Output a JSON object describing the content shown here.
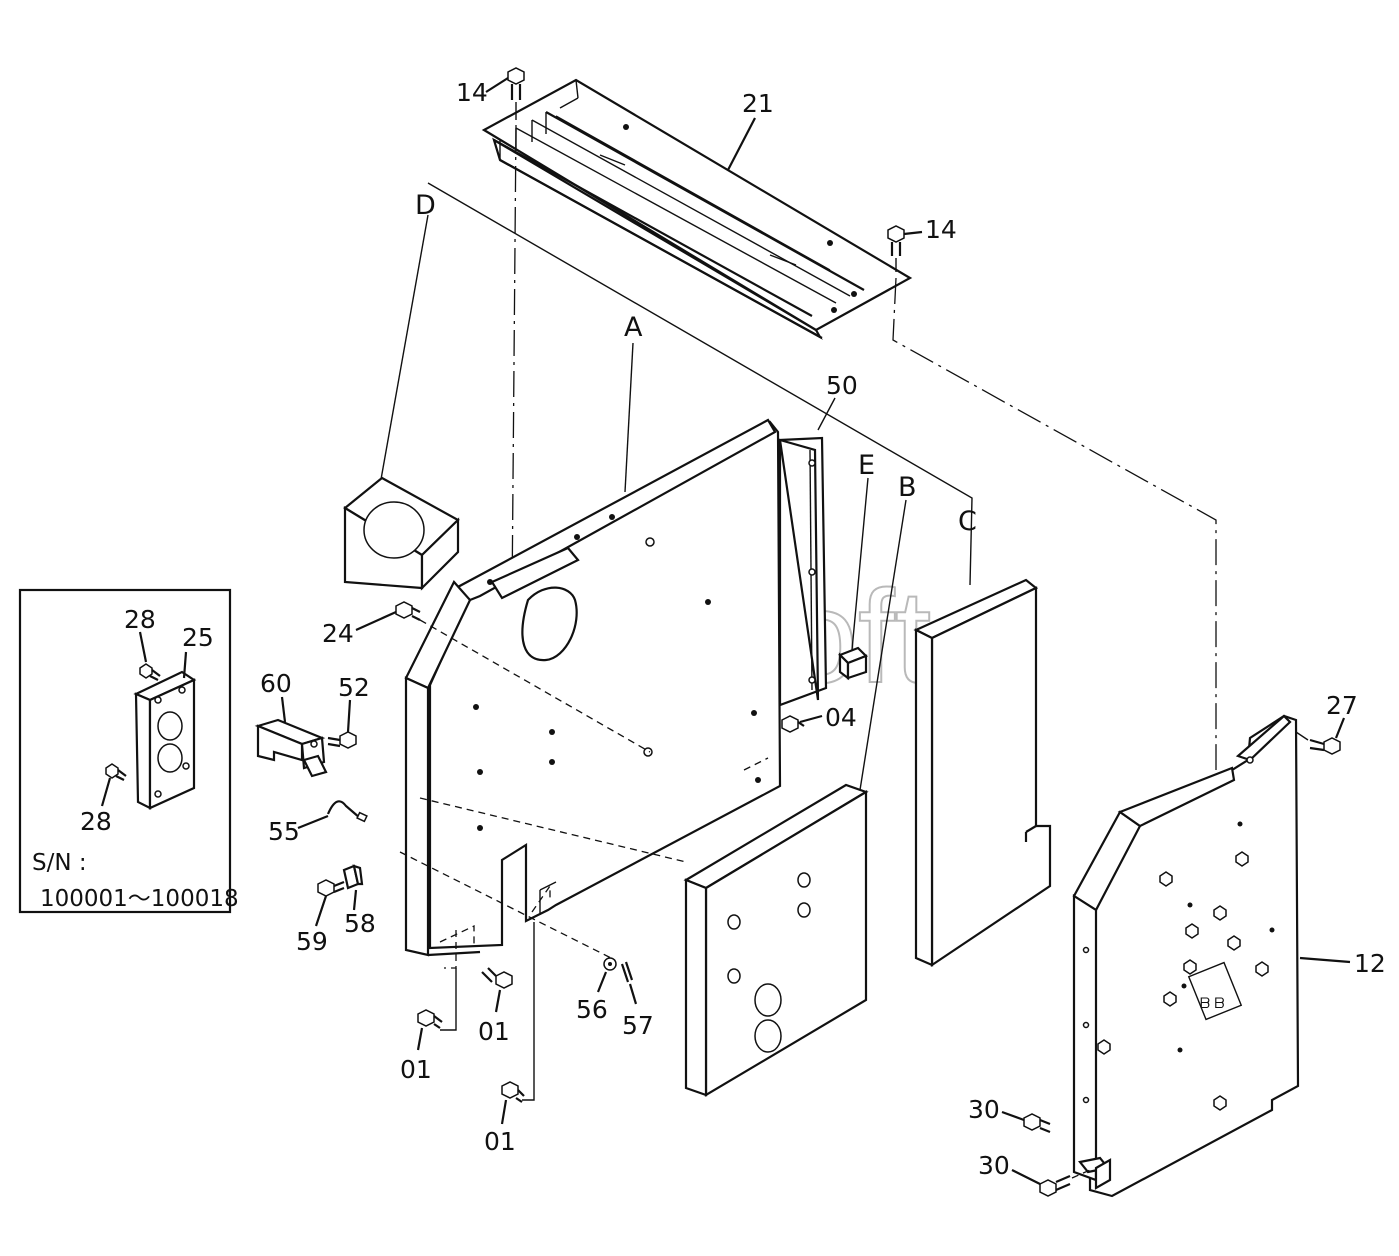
{
  "watermark": "AutoSoft",
  "callouts": {
    "d": "D",
    "a": "A",
    "e": "E",
    "b": "B",
    "c": "C"
  },
  "part_labels": {
    "p14_top": "14",
    "p21": "21",
    "p14_right": "14",
    "p50": "50",
    "p24": "24",
    "p60": "60",
    "p52": "52",
    "p04": "04",
    "p27": "27",
    "p55": "55",
    "p59": "59",
    "p58": "58",
    "p56": "56",
    "p57": "57",
    "p01_a": "01",
    "p01_b": "01",
    "p01_c": "01",
    "p12": "12",
    "p30_a": "30",
    "p30_b": "30"
  },
  "inset": {
    "p28_top": "28",
    "p25": "25",
    "p28_bottom": "28",
    "sn_label": "S/N :",
    "sn_range": "100001～100018"
  }
}
